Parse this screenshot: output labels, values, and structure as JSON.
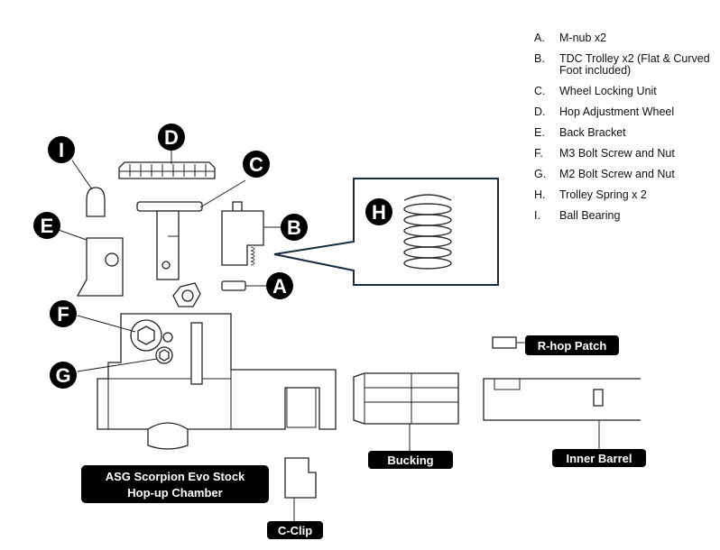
{
  "legend": [
    {
      "key": "A.",
      "text": "M-nub x2"
    },
    {
      "key": "B.",
      "text": "TDC Trolley x2  (Flat & Curved Foot included)"
    },
    {
      "key": "C.",
      "text": "Wheel Locking Unit"
    },
    {
      "key": "D.",
      "text": "Hop Adjustment Wheel"
    },
    {
      "key": "E.",
      "text": "Back Bracket"
    },
    {
      "key": "F.",
      "text": "M3 Bolt Screw and Nut"
    },
    {
      "key": "G.",
      "text": "M2 Bolt Screw and Nut"
    },
    {
      "key": "H.",
      "text": "Trolley Spring x 2"
    },
    {
      "key": "I.",
      "text": "Ball Bearing"
    }
  ],
  "badges": {
    "a": "A",
    "b": "B",
    "c": "C",
    "d": "D",
    "e": "E",
    "f": "F",
    "g": "G",
    "h": "H",
    "i": "I"
  },
  "labels": {
    "rhop": "R-hop Patch",
    "bucking": "Bucking",
    "inner_barrel": "Inner Barrel",
    "chamber_line1": "ASG Scorpion Evo Stock",
    "chamber_line2": "Hop-up Chamber",
    "cclip": "C-Clip"
  }
}
